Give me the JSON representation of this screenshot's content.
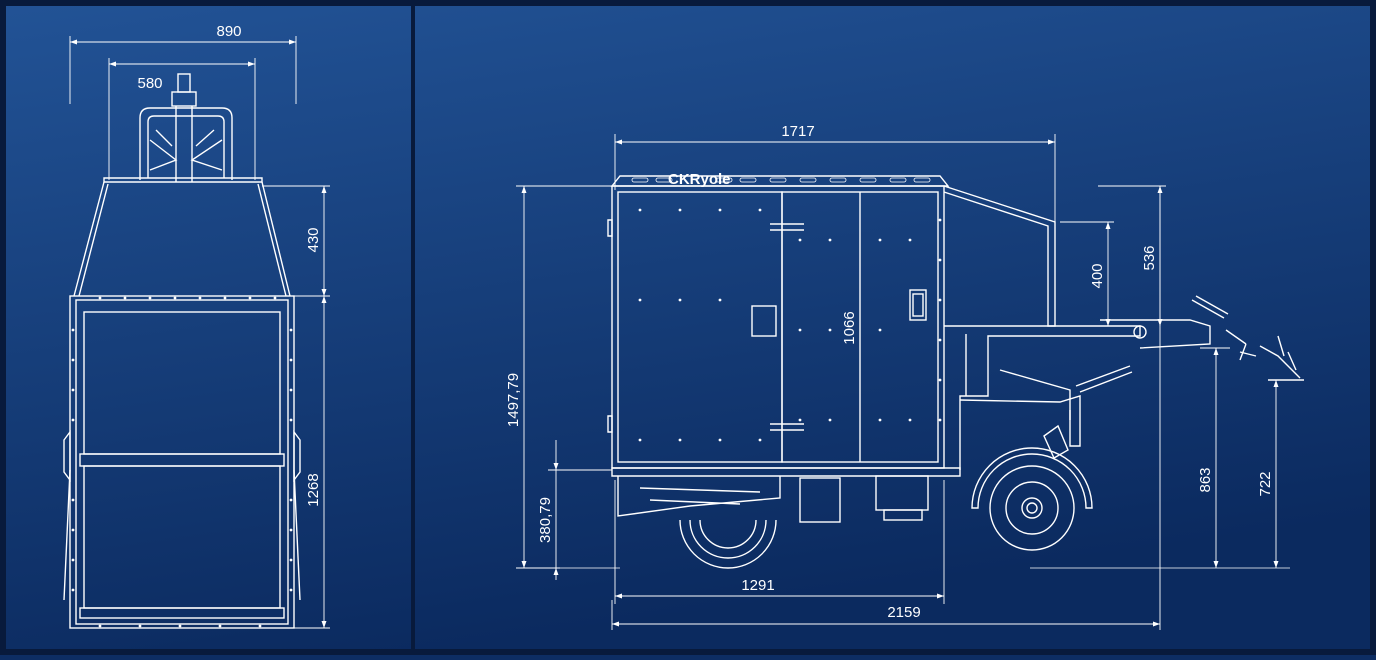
{
  "colors": {
    "background_top": "#1f4f93",
    "background_bottom": "#0b2a5f",
    "line": "#ffffff",
    "frame": "#081a3c"
  },
  "front_view": {
    "dim_overall_width": "890",
    "dim_handle_width": "580",
    "dim_roof_height": "430",
    "dim_body_height": "1268"
  },
  "side_view": {
    "logo_text": "CKRyole",
    "dim_box_length": "1717",
    "dim_total_height": "1497,79",
    "dim_door_height": "1066",
    "dim_floor_height": "380,79",
    "dim_wheelbase": "1291",
    "dim_total_length": "2159",
    "dim_shield_height": "400",
    "dim_rear_panel_height": "536",
    "dim_hitch_height": "863",
    "dim_tow_eye_height": "722"
  }
}
